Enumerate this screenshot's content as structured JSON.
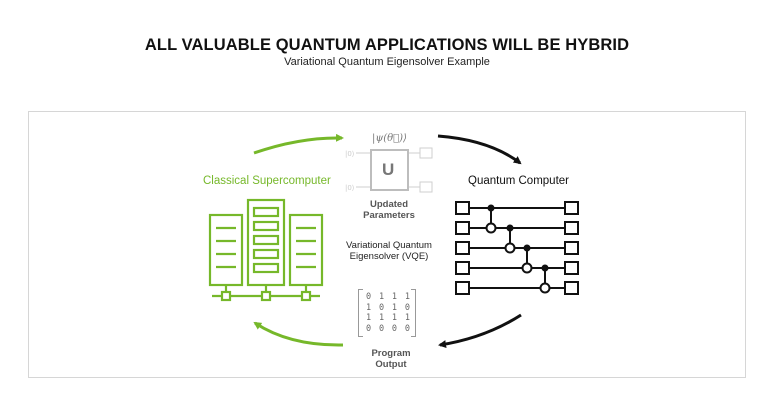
{
  "header": {
    "title": "ALL VALUABLE QUANTUM APPLICATIONS WILL BE HYBRID",
    "subtitle": "Variational Quantum Eigensolver Example"
  },
  "diagram": {
    "classical_label": "Classical Supercomputer",
    "quantum_label": "Quantum Computer",
    "ket_label": "|ψ(θ⃗)⟩",
    "unitary_label": "U",
    "updated_params_line1": "Updated",
    "updated_params_line2": "Parameters",
    "vqe_line1": "Variational Quantum",
    "vqe_line2": "Eigensolver (VQE)",
    "program_output_line1": "Program",
    "program_output_line2": "Output",
    "matrix_rows": [
      [
        "0",
        "1",
        "1",
        "1"
      ],
      [
        "1",
        "0",
        "1",
        "0"
      ],
      [
        "1",
        "1",
        "1",
        "1"
      ],
      [
        "0",
        "0",
        "0",
        "0"
      ]
    ],
    "colors": {
      "accent_green": "#76b82a",
      "arrow_black": "#111111",
      "panel_border": "#d6d6d6"
    }
  }
}
